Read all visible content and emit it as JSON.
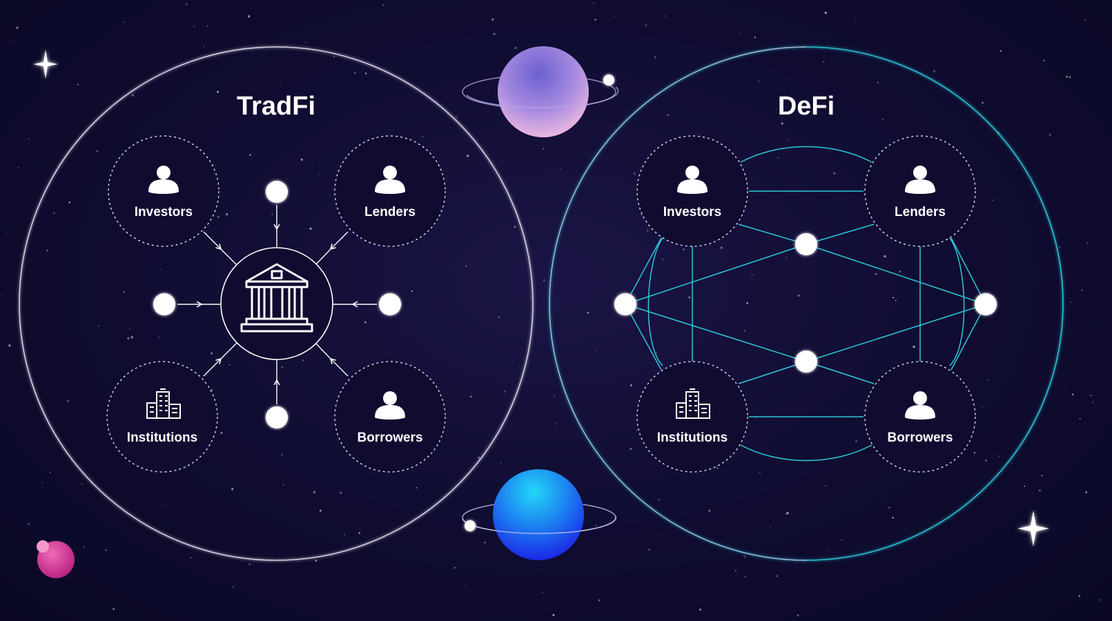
{
  "colors": {
    "background": "#0f0c30",
    "tradfi_ring": "#e8e6f3",
    "defi_ring": "#2fd3e3",
    "network_line": "#2cc9db",
    "node": "#ffffff",
    "planet_top": "#7b6fd6",
    "planet_top_bottom": "#f4b4dc",
    "planet_bottom": "#1ec8f5",
    "planet_bottom_dark": "#1a22e8",
    "pink_orb": "#d63b9a"
  },
  "tradfi": {
    "title": "TradFi",
    "center_icon": "bank-icon",
    "participants": [
      {
        "label": "Investors",
        "icon": "person-icon"
      },
      {
        "label": "Lenders",
        "icon": "person-icon"
      },
      {
        "label": "Institutions",
        "icon": "buildings-icon"
      },
      {
        "label": "Borrowers",
        "icon": "person-icon"
      }
    ]
  },
  "defi": {
    "title": "DeFi",
    "participants": [
      {
        "label": "Investors",
        "icon": "person-icon"
      },
      {
        "label": "Lenders",
        "icon": "person-icon"
      },
      {
        "label": "Institutions",
        "icon": "buildings-icon"
      },
      {
        "label": "Borrowers",
        "icon": "person-icon"
      }
    ]
  }
}
